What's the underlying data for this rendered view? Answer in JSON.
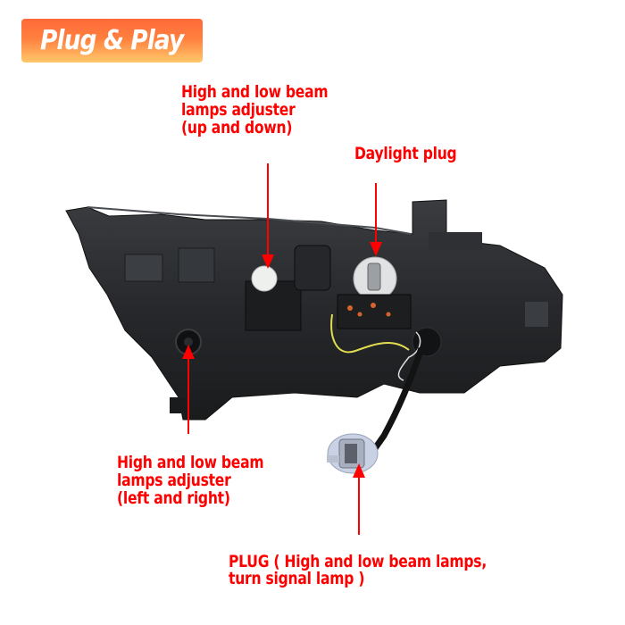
{
  "badge": {
    "label": "Plug & Play",
    "gradient_top": "#ff6a3a",
    "gradient_bottom": "#ffc86a"
  },
  "callouts": {
    "updown": {
      "text": "High and low beam\nlamps adjuster\n(up and down)"
    },
    "daylight": {
      "text": "Daylight plug"
    },
    "leftright": {
      "text": "High and low beam\nlamps adjuster\n(left and right)"
    },
    "plug": {
      "text": "PLUG ( High and low beam lamps,\nturn signal lamp )"
    }
  },
  "colors": {
    "label": "#ff0000",
    "housing": "#2b2d30",
    "housing_dark": "#17181a"
  },
  "product": {
    "image": "headlight-rear-view"
  }
}
